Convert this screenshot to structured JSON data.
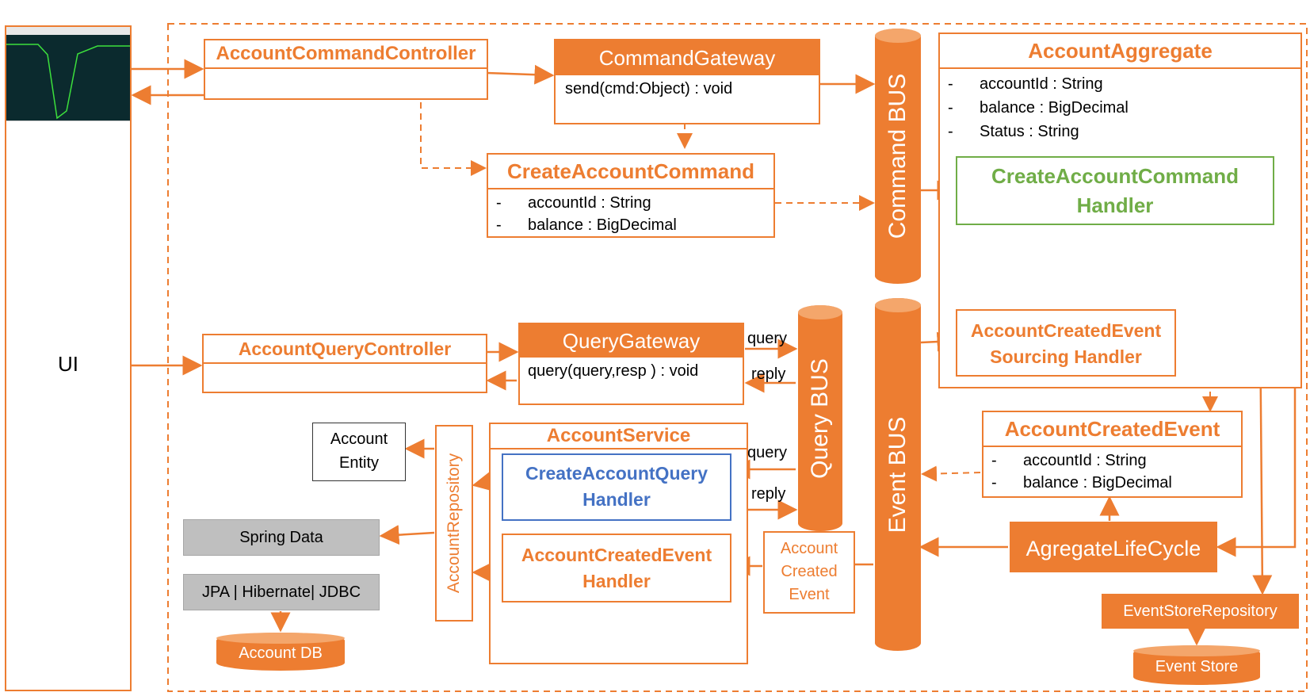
{
  "ui": {
    "label": "UI"
  },
  "command_controller": {
    "title": "AccountCommandController"
  },
  "command_gateway": {
    "title": "CommandGateway",
    "method": "send(cmd:Object) : void"
  },
  "create_command": {
    "title": "CreateAccountCommand",
    "fields": [
      "accountId : String",
      "balance : BigDecimal"
    ]
  },
  "command_bus": {
    "label": "Command BUS"
  },
  "aggregate": {
    "title": "AccountAggregate",
    "fields": [
      "accountId : String",
      "balance : BigDecimal",
      "Status : String"
    ]
  },
  "command_handler": {
    "line1": "CreateAccountCommand",
    "line2": "Handler"
  },
  "sourcing_handler": {
    "line1": "AccountCreatedEvent",
    "line2": "Sourcing Handler"
  },
  "query_controller": {
    "title": "AccountQueryController"
  },
  "query_gateway": {
    "title": "QueryGateway",
    "method": "query(query,resp ) : void"
  },
  "query_bus": {
    "label": "Query BUS"
  },
  "event_bus": {
    "label": "Event BUS"
  },
  "labels": {
    "query": "query",
    "reply": "reply"
  },
  "account_service": {
    "title": "AccountService"
  },
  "query_handler": {
    "line1": "CreateAccountQuery",
    "line2": "Handler"
  },
  "event_handler": {
    "line1": "AccountCreatedEvent",
    "line2": "Handler"
  },
  "account_created_event_box": {
    "line1": "Account",
    "line2": "Created",
    "line3": "Event"
  },
  "account_entity": {
    "line1": "Account",
    "line2": "Entity"
  },
  "account_repository": {
    "label": "AccountRepository"
  },
  "spring_data": {
    "label": "Spring Data"
  },
  "jpa": {
    "label": "JPA | Hibernate| JDBC"
  },
  "account_db": {
    "label": "Account DB"
  },
  "created_event": {
    "title": "AccountCreatedEvent",
    "fields": [
      "accountId : String",
      "balance : BigDecimal"
    ]
  },
  "lifecycle": {
    "label": "AgregateLifeCycle"
  },
  "event_store_repo": {
    "label": "EventStoreRepository"
  },
  "event_store": {
    "label": "Event Store"
  },
  "colors": {
    "orange": "#ed7d31",
    "green": "#70ad47",
    "blue": "#4472c4",
    "gray": "#bfbfbf"
  }
}
